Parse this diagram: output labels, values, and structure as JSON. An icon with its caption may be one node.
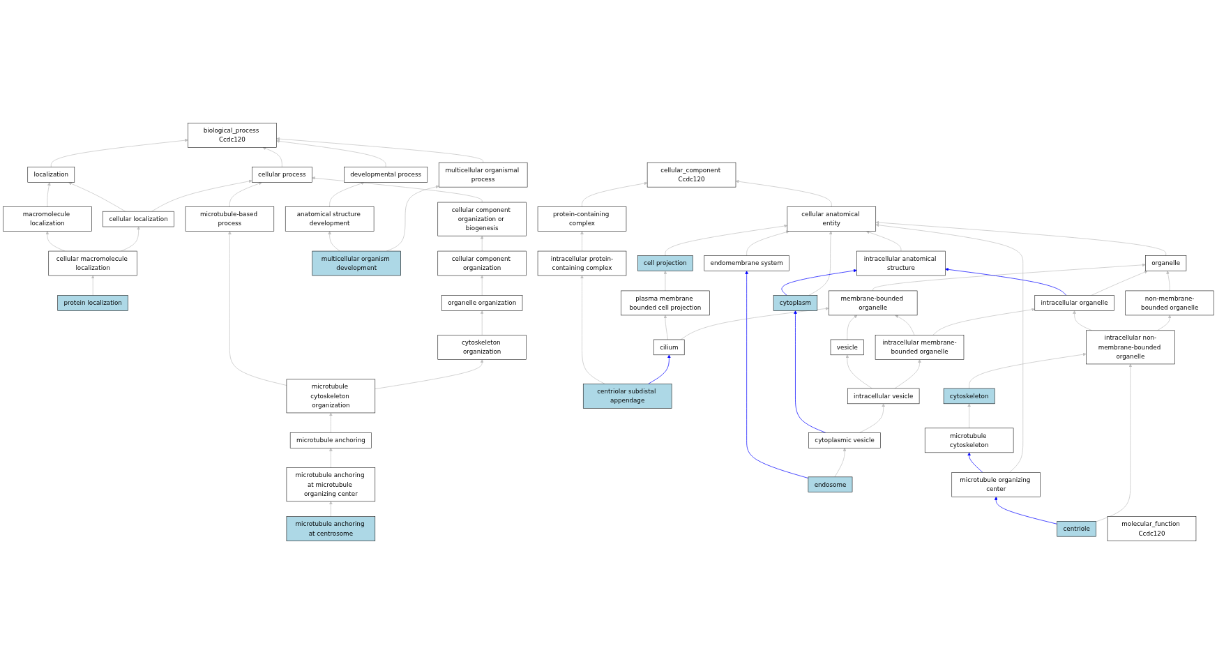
{
  "diagram": {
    "nodes": [
      {
        "text": [
          "molecular_function Ccdc120"
        ]
      },
      {
        "text": [
          "cellular_component Ccdc120"
        ]
      },
      {
        "text": [
          "biological_process Ccdc120"
        ]
      },
      {
        "text": [
          "cellular anatomical entity"
        ]
      },
      {
        "text": [
          "protein-containing complex"
        ]
      },
      {
        "text": [
          "cellular process"
        ]
      },
      {
        "text": [
          "localization"
        ]
      },
      {
        "text": [
          "multicellular organismal process"
        ]
      },
      {
        "text": [
          "developmental process"
        ]
      },
      {
        "text": [
          "organelle"
        ]
      },
      {
        "text": [
          "intracellular anatomical structure"
        ]
      },
      {
        "text": [
          "cell projection"
        ]
      },
      {
        "text": [
          "cellular component organization or biogenesis"
        ]
      },
      {
        "text": [
          "cellular localization"
        ]
      },
      {
        "text": [
          "macromolecule localization"
        ]
      },
      {
        "text": [
          "anatomical structure development"
        ]
      },
      {
        "text": [
          "non-membrane-bounded organelle"
        ]
      },
      {
        "text": [
          "intracellular organelle"
        ]
      },
      {
        "text": [
          "membrane-bounded organelle"
        ]
      },
      {
        "text": [
          "cytoplasm"
        ]
      },
      {
        "text": [
          "plasma membrane bounded cell projection"
        ]
      },
      {
        "text": [
          "cellular component organization"
        ]
      },
      {
        "text": [
          "cellular macromolecule localization"
        ]
      },
      {
        "text": [
          "multicellular organism development"
        ]
      },
      {
        "text": [
          "intracellular non-membrane-bounded organelle"
        ]
      },
      {
        "text": [
          "intracellular membrane-bounded organelle"
        ]
      },
      {
        "text": [
          "vesicle"
        ]
      },
      {
        "text": [
          "cilium"
        ]
      },
      {
        "text": [
          "intracellular protein-containing complex"
        ]
      },
      {
        "text": [
          "organelle organization"
        ]
      },
      {
        "text": [
          "protein localization"
        ]
      },
      {
        "text": [
          "cytoskeleton"
        ]
      },
      {
        "text": [
          "intracellular vesicle"
        ]
      },
      {
        "text": [
          "centriolar subdistal appendage"
        ]
      },
      {
        "text": [
          "cytoskeleton organization"
        ]
      },
      {
        "text": [
          "microtubule-based process"
        ]
      },
      {
        "text": [
          "microtubule cytoskeleton"
        ]
      },
      {
        "text": [
          "endomembrane system"
        ]
      },
      {
        "text": [
          "cytoplasmic vesicle"
        ]
      },
      {
        "text": [
          "microtubule cytoskeleton organization"
        ]
      },
      {
        "text": [
          "microtubule organizing center"
        ]
      },
      {
        "text": [
          "endosome"
        ]
      },
      {
        "text": [
          "microtubule anchoring"
        ]
      },
      {
        "text": [
          "centriole"
        ]
      },
      {
        "text": [
          "microtubule anchoring at microtubule organizing center"
        ]
      },
      {
        "text": [
          "microtubule anchoring at centrosome"
        ]
      }
    ],
    "edges": [
      {
        "from": 3,
        "to": 1,
        "arrow": "to"
      },
      {
        "from": 4,
        "to": 1,
        "arrow": "to"
      },
      {
        "from": 5,
        "to": 2,
        "arrow": "to"
      },
      {
        "from": 6,
        "to": 2,
        "arrow": "to"
      },
      {
        "from": 7,
        "to": 2,
        "arrow": "to"
      },
      {
        "from": 8,
        "to": 2,
        "arrow": "to"
      },
      {
        "from": 9,
        "to": 3,
        "arrow": "to"
      },
      {
        "from": 10,
        "to": 3,
        "arrow": "to"
      },
      {
        "from": 11,
        "to": 3,
        "arrow": "to"
      },
      {
        "from": 19,
        "to": 3,
        "arrow": "to"
      },
      {
        "from": 37,
        "to": 3,
        "arrow": "to"
      },
      {
        "from": 40,
        "to": 3,
        "arrow": "to"
      },
      {
        "from": 12,
        "to": 5,
        "arrow": "to"
      },
      {
        "from": 13,
        "to": 5,
        "arrow": "to"
      },
      {
        "from": 35,
        "to": 5,
        "arrow": "to"
      },
      {
        "from": 13,
        "to": 6,
        "arrow": "to"
      },
      {
        "from": 14,
        "to": 6,
        "arrow": "to"
      },
      {
        "from": 23,
        "to": 7,
        "arrow": "to"
      },
      {
        "from": 15,
        "to": 8,
        "arrow": "to"
      },
      {
        "from": 16,
        "to": 9,
        "arrow": "to"
      },
      {
        "from": 17,
        "to": 9,
        "arrow": "to"
      },
      {
        "from": 18,
        "to": 9,
        "arrow": "to"
      },
      {
        "from": 17,
        "to": 10,
        "arrow": "to",
        "color": "#0000ff"
      },
      {
        "from": 19,
        "to": 10,
        "arrow": "to",
        "color": "#0000ff"
      },
      {
        "from": 20,
        "to": 11,
        "arrow": "to"
      },
      {
        "from": 21,
        "to": 12,
        "arrow": "to"
      },
      {
        "from": 22,
        "to": 13,
        "arrow": "to"
      },
      {
        "from": 22,
        "to": 14,
        "arrow": "to"
      },
      {
        "from": 23,
        "to": 15,
        "arrow": "to"
      },
      {
        "from": 24,
        "to": 16,
        "arrow": "to"
      },
      {
        "from": 24,
        "to": 17,
        "arrow": "to"
      },
      {
        "from": 25,
        "to": 17,
        "arrow": "to"
      },
      {
        "from": 25,
        "to": 18,
        "arrow": "to"
      },
      {
        "from": 26,
        "to": 18,
        "arrow": "to"
      },
      {
        "from": 27,
        "to": 18,
        "arrow": "to"
      },
      {
        "from": 27,
        "to": 20,
        "arrow": "to"
      },
      {
        "from": 28,
        "to": 4,
        "arrow": "to"
      },
      {
        "from": 29,
        "to": 21,
        "arrow": "to"
      },
      {
        "from": 30,
        "to": 22,
        "arrow": "to"
      },
      {
        "from": 31,
        "to": 24,
        "arrow": "to"
      },
      {
        "from": 43,
        "to": 24,
        "arrow": "to"
      },
      {
        "from": 32,
        "to": 25,
        "arrow": "to"
      },
      {
        "from": 32,
        "to": 26,
        "arrow": "to"
      },
      {
        "from": 33,
        "to": 27,
        "arrow": "to",
        "color": "#0000ff"
      },
      {
        "from": 33,
        "to": 28,
        "arrow": "to"
      },
      {
        "from": 34,
        "to": 29,
        "arrow": "to"
      },
      {
        "from": 36,
        "to": 31,
        "arrow": "to"
      },
      {
        "from": 38,
        "to": 32,
        "arrow": "to"
      },
      {
        "from": 38,
        "to": 19,
        "arrow": "to",
        "color": "#0000ff"
      },
      {
        "from": 41,
        "to": 38,
        "arrow": "to"
      },
      {
        "from": 39,
        "to": 34,
        "arrow": "to"
      },
      {
        "from": 39,
        "to": 35,
        "arrow": "to"
      },
      {
        "from": 40,
        "to": 36,
        "arrow": "to",
        "color": "#0000ff"
      },
      {
        "from": 41,
        "to": 37,
        "arrow": "to",
        "color": "#0000ff"
      },
      {
        "from": 42,
        "to": 39,
        "arrow": "to"
      },
      {
        "from": 43,
        "to": 40,
        "arrow": "to",
        "color": "#0000ff"
      },
      {
        "from": 44,
        "to": 42,
        "arrow": "to"
      },
      {
        "from": 45,
        "to": 44,
        "arrow": "to"
      }
    ]
  }
}
